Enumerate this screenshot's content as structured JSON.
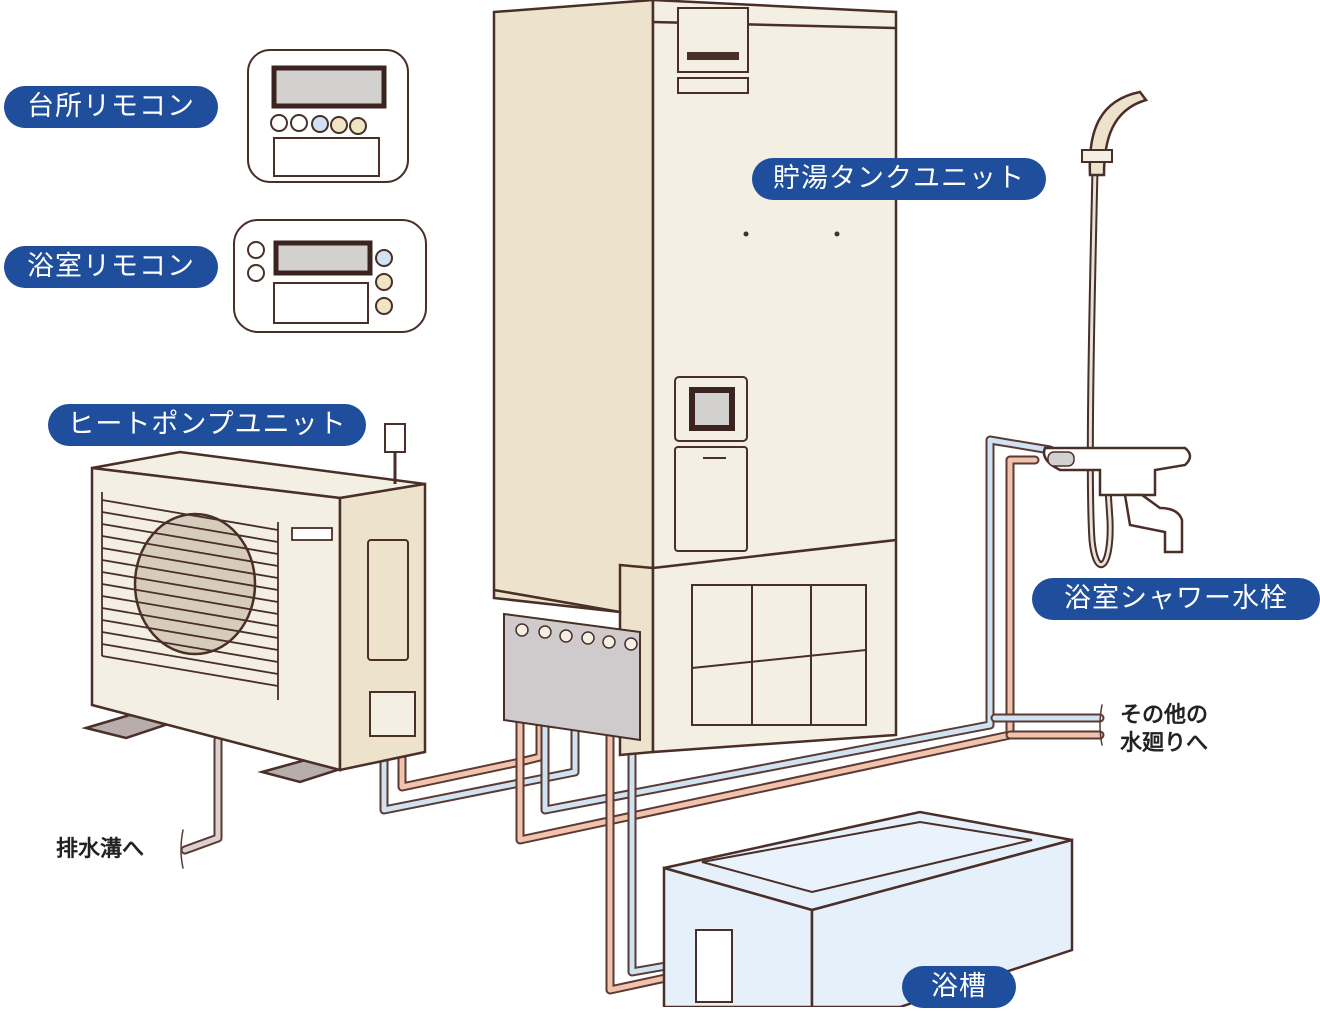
{
  "diagram": {
    "title": "",
    "colors": {
      "label_bg": "#1f4e9c",
      "label_text": "#ffffff",
      "outline": "#5a3a32",
      "unit_body": "#f3efe3",
      "unit_side": "#ede3cc",
      "hot_pipe": "#f2c3ac",
      "cold_pipe": "#cfe3f3",
      "drain_pipe": "#d9d2d0",
      "bathtub": "#e6f0fa",
      "remote_button_blue": "#cfe3f5",
      "remote_button_yellow": "#efe4c4",
      "display": "#d3d0d0",
      "display_frame": "#3b2320"
    },
    "labels": {
      "kitchen_remote": "台所リモコン",
      "bathroom_remote": "浴室リモコン",
      "hot_water_tank_unit": "貯湯タンクユニット",
      "heat_pump_unit": "ヒートポンプユニット",
      "bathroom_shower_faucet": "浴室シャワー水栓",
      "bathtub": "浴槽"
    },
    "notes": {
      "other_water_line1": "その他の",
      "other_water_line2": "水廻りへ",
      "drain": "排水溝へ"
    },
    "components": [
      {
        "id": "kitchen_remote",
        "label": "台所リモコン",
        "buttons": [
          "white",
          "white",
          "blue",
          "yellow",
          "yellow"
        ]
      },
      {
        "id": "bathroom_remote",
        "label": "浴室リモコン",
        "buttons": [
          "white",
          "white",
          "blue",
          "yellow",
          "yellow"
        ]
      },
      {
        "id": "hot_water_tank_unit",
        "label": "貯湯タンクユニット"
      },
      {
        "id": "heat_pump_unit",
        "label": "ヒートポンプユニット"
      },
      {
        "id": "bathroom_shower_faucet",
        "label": "浴室シャワー水栓"
      },
      {
        "id": "bathtub",
        "label": "浴槽"
      }
    ],
    "connections": [
      {
        "from": "heat_pump_unit",
        "to": "hot_water_tank_unit",
        "type": "hot"
      },
      {
        "from": "heat_pump_unit",
        "to": "hot_water_tank_unit",
        "type": "cold"
      },
      {
        "from": "hot_water_tank_unit",
        "to": "bathroom_shower_faucet",
        "type": "hot"
      },
      {
        "from": "hot_water_tank_unit",
        "to": "bathroom_shower_faucet",
        "type": "cold"
      },
      {
        "from": "hot_water_tank_unit",
        "to": "other_water_points",
        "type": "hot"
      },
      {
        "from": "hot_water_tank_unit",
        "to": "other_water_points",
        "type": "cold"
      },
      {
        "from": "hot_water_tank_unit",
        "to": "bathtub",
        "type": "hot"
      },
      {
        "from": "hot_water_tank_unit",
        "to": "bathtub",
        "type": "cold"
      },
      {
        "from": "heat_pump_unit",
        "to": "drain",
        "type": "drain"
      }
    ]
  }
}
